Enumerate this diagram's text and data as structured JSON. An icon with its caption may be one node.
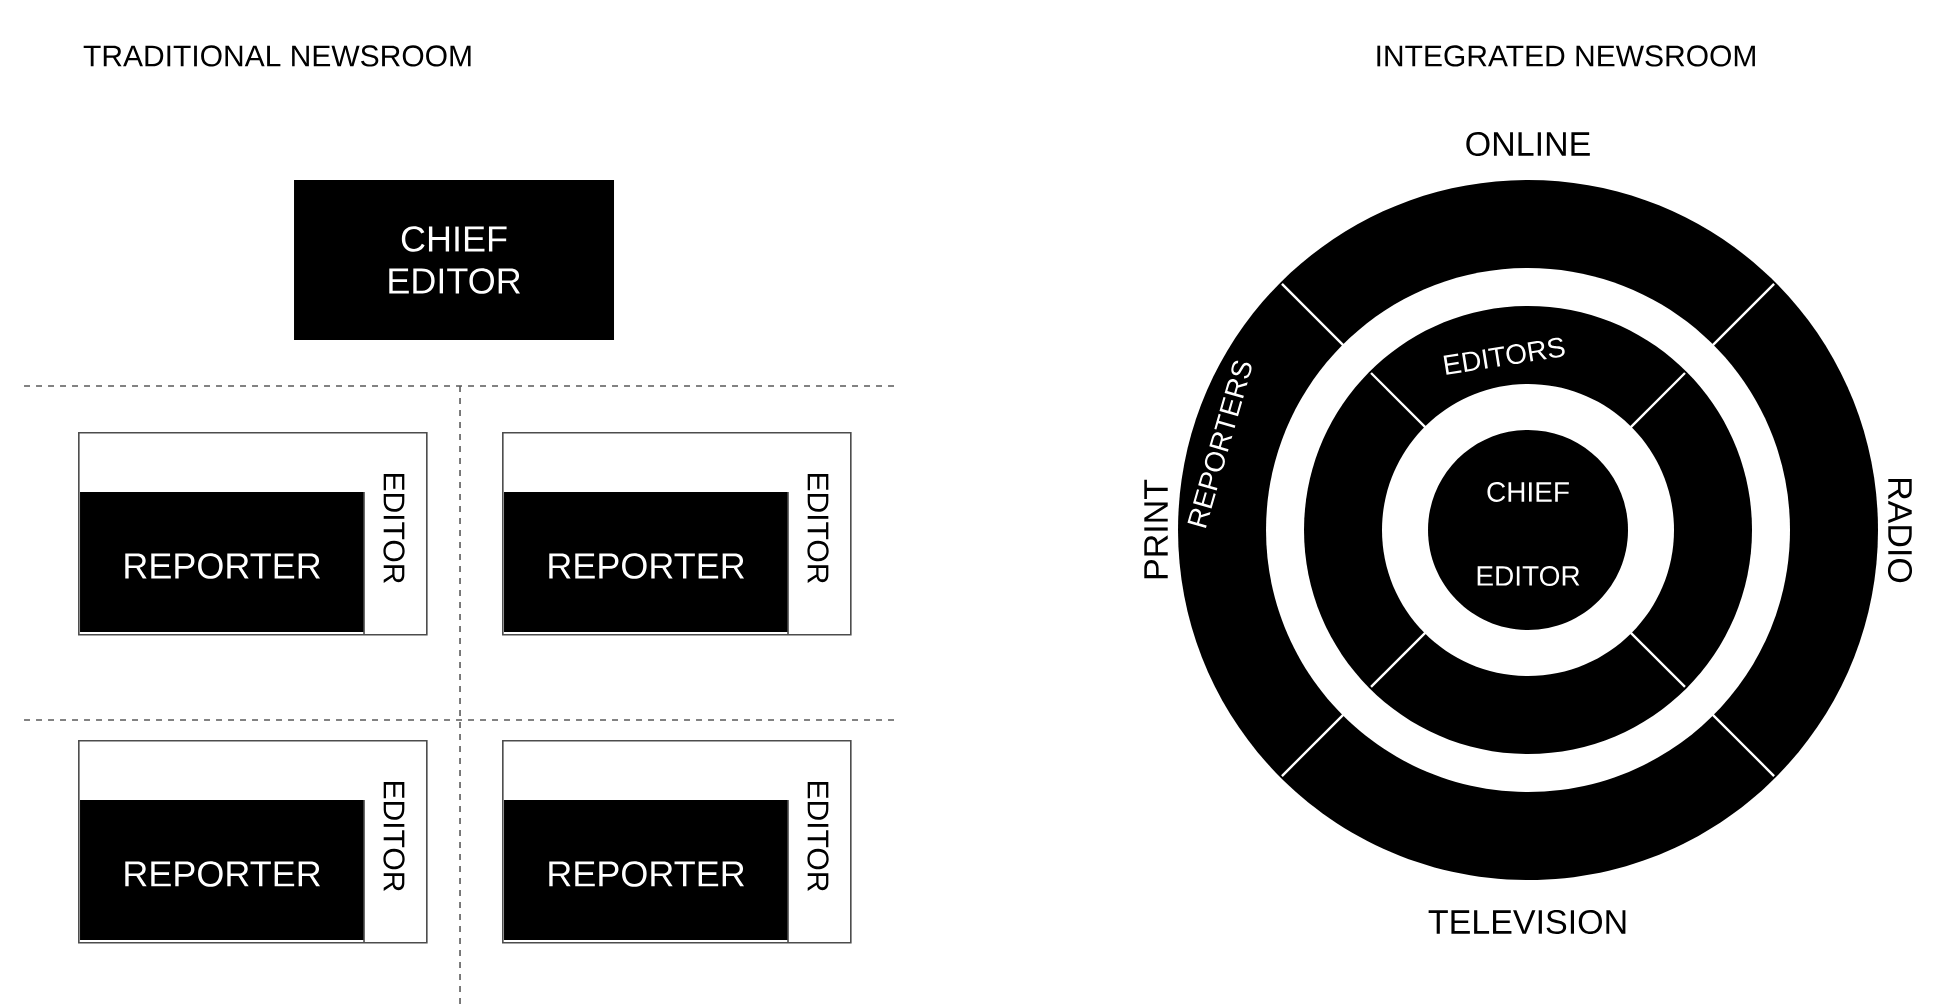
{
  "diagram": {
    "nodes": [
      {
        "text": [
          "CHIEF EDITOR"
        ]
      },
      {
        "text": [
          "REPORTER",
          "EDITOR"
        ]
      },
      {
        "text": [
          "REPORTER",
          "EDITOR"
        ]
      },
      {
        "text": [
          "REPORTER",
          "EDITOR"
        ]
      },
      {
        "text": [
          "REPORTER",
          "EDITOR"
        ]
      },
      {
        "text": [
          "REPORTERS"
        ]
      },
      {
        "text": [
          "EDITORS"
        ],
        "in": 5
      },
      {
        "text": [
          "CHIEF",
          "EDITOR"
        ],
        "in": 6
      }
    ],
    "labels": [
      "TRADITIONAL NEWSROOM",
      "INTEGRATED NEWSROOM",
      "ONLINE",
      "PRINT",
      "RADIO",
      "TELEVISION"
    ]
  }
}
